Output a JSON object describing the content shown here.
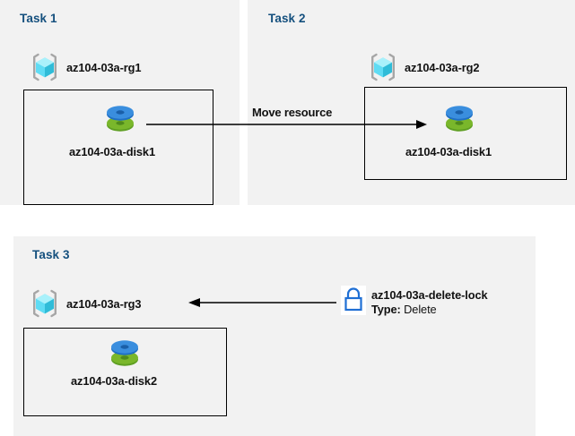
{
  "diagram": {
    "title": "Azure resource group tasks diagram",
    "background": "#ffffff",
    "panel_color": "#f2f2f2",
    "heading_color": "#15507e",
    "text_color": "#111111"
  },
  "tasks": [
    {
      "id": "task1",
      "heading": "Task 1",
      "resource_group": {
        "icon": "resource-group-icon",
        "label": "az104-03a-rg1"
      },
      "resource": {
        "icon": "disk-icon",
        "label": "az104-03a-disk1"
      }
    },
    {
      "id": "task2",
      "heading": "Task 2",
      "resource_group": {
        "icon": "resource-group-icon",
        "label": "az104-03a-rg2"
      },
      "resource": {
        "icon": "disk-icon",
        "label": "az104-03a-disk1"
      }
    },
    {
      "id": "task3",
      "heading": "Task 3",
      "resource_group": {
        "icon": "resource-group-icon",
        "label": "az104-03a-rg3"
      },
      "resource": {
        "icon": "disk-icon",
        "label": "az104-03a-disk2"
      },
      "lock": {
        "icon": "lock-icon",
        "name": "az104-03a-delete-lock",
        "type_key": "Type:",
        "type_value": "Delete"
      }
    }
  ],
  "connectors": {
    "move_resource": {
      "label": "Move resource",
      "direction": "right",
      "from": "az104-03a-disk1 (Task 1)",
      "to": "az104-03a-disk1 (Task 2)"
    },
    "lock_applies": {
      "label": "",
      "direction": "left",
      "from": "az104-03a-delete-lock",
      "to": "az104-03a-rg3"
    }
  }
}
